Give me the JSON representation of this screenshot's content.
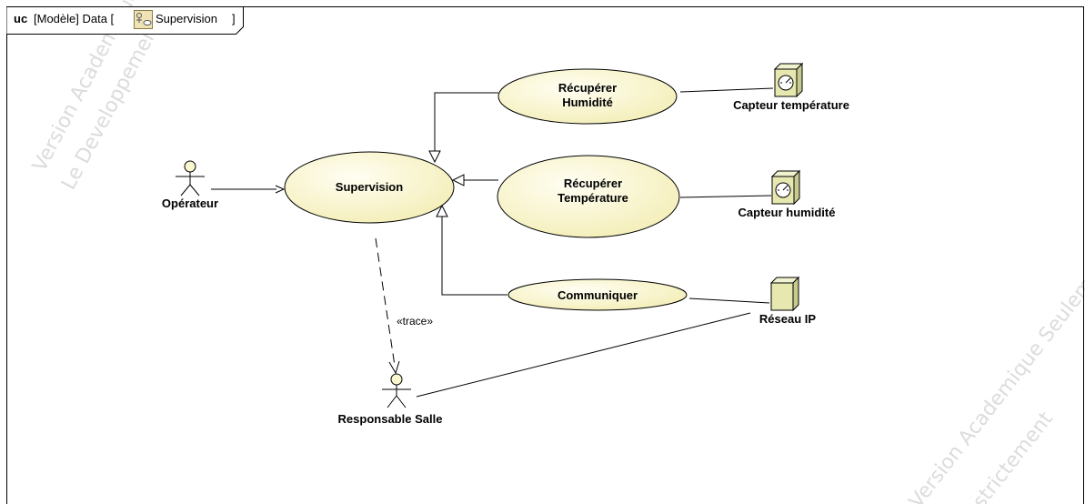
{
  "frame": {
    "kind": "uc",
    "prefix": "[Modèle] Data [",
    "name": "Supervision",
    "suffix": "]",
    "icon": "use-case-diagram-icon"
  },
  "watermark": {
    "line1": "Version Academique",
    "line2": "Le Developpement",
    "line3": "Version Academique Seulement",
    "line4": "strictement"
  },
  "use_cases": {
    "supervision": "Supervision",
    "recup_humidite_line1": "Récupérer",
    "recup_humidite_line2": "Humidité",
    "recup_temperature_line1": "Récupérer",
    "recup_temperature_line2": "Température",
    "communiquer": "Communiquer"
  },
  "actors": {
    "operateur": "Opérateur",
    "responsable": "Responsable Salle"
  },
  "nodes": {
    "capteur_temperature": "Capteur température",
    "capteur_humidite": "Capteur humidité",
    "reseau_ip": "Réseau IP"
  },
  "relations": {
    "trace": "«trace»"
  },
  "colors": {
    "use_case_fill": "#fbf7cf",
    "node_fill": "#e6e8b0",
    "frame": "#000000"
  }
}
